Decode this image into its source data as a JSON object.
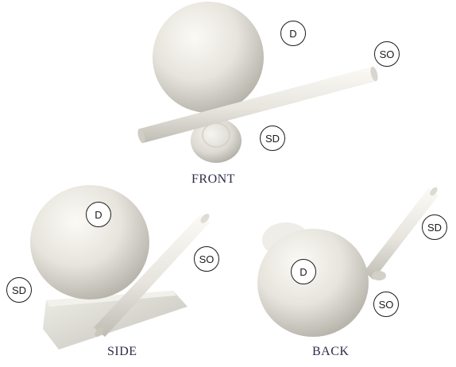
{
  "views": [
    {
      "id": "front",
      "label": "FRONT",
      "badges": [
        "D",
        "SO",
        "SD"
      ]
    },
    {
      "id": "side",
      "label": "SIDE",
      "badges": [
        "D",
        "SO",
        "SD"
      ]
    },
    {
      "id": "back",
      "label": "BACK",
      "badges": [
        "D",
        "SD",
        "SO"
      ]
    }
  ],
  "colors": {
    "sphere_light": "#f4f3ee",
    "sphere_mid": "#e2e0d8",
    "sphere_dark": "#b9b7ae",
    "stick_light": "#f1f0ea",
    "stick_dark": "#c9c7be",
    "label_text": "#2f2b4a"
  }
}
